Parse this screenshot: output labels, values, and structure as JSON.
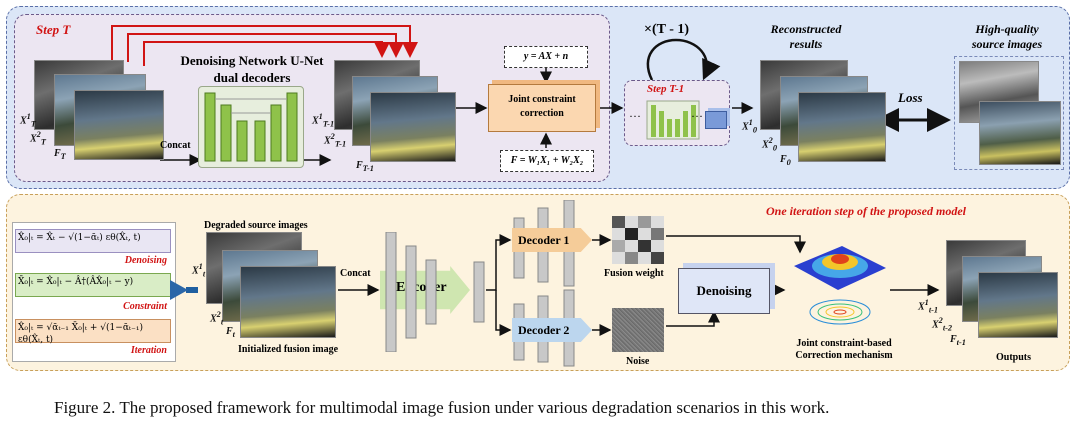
{
  "top": {
    "step_t_label": "Step T",
    "denoising_title_line1": "Denoising Network U-Net",
    "denoising_title_line2": "dual decoders",
    "concat_label": "Concat",
    "input_labels": {
      "x1": "X",
      "x1_sup": "1",
      "x1_sub": "T",
      "x2": "X",
      "x2_sup": "2",
      "x2_sub": "T",
      "f": "F",
      "f_sub": "T"
    },
    "output_labels": {
      "x1": "X",
      "x1_sup": "1",
      "x1_sub": "T-1",
      "x2": "X",
      "x2_sup": "2",
      "x2_sub": "T-1",
      "f": "F",
      "f_sub": "T-1"
    },
    "eq_obs": "y = AX + n",
    "eq_fuse": "F = W₁X₁ + W₂X₂",
    "jcc_line1": "Joint constraint",
    "jcc_line2": "correction",
    "repeat_label": "×(T - 1)",
    "step_t1_label": "Step T-1",
    "dots": "···",
    "reconstructed_line1": "Reconstructed",
    "reconstructed_line2": "results",
    "recon_labels": {
      "x1": "X",
      "x1_sup": "1",
      "x1_sub": "0",
      "x2": "X",
      "x2_sup": "2",
      "x2_sub": "0",
      "f": "F",
      "f_sub": "0"
    },
    "loss_label": "Loss",
    "hq_line1": "High-quality",
    "hq_line2": "source images"
  },
  "bottom": {
    "iteration_title": "One iteration step of the proposed model",
    "formula1": "X̂₀|ₜ = X̂ₜ − √(1−ᾱₜ) εθ(X̂ₜ, t)",
    "formula1_tag": "Denoising",
    "formula2": "X̄₀|ₜ = X̂₀|ₜ − Â†(ÂX̂₀|ₜ − y)",
    "formula2_tag": "Constraint",
    "formula3": "X̂₀|ₜ = √ᾱₜ₋₁ X̄₀|ₜ + √(1−ᾱₜ₋₁) εθ(X̂ₜ, t)",
    "formula3_tag": "Iteration",
    "degraded_label": "Degraded source images",
    "initialized_label": "Initialized fusion image",
    "in_labels": {
      "x1": "X",
      "x1_sup": "1",
      "x1_sub": "t",
      "x2": "X",
      "x2_sup": "2",
      "x2_sub": "t",
      "f": "F",
      "f_sub": "t"
    },
    "concat_label": "Concat",
    "encoder_label": "Encoder",
    "decoder1_label": "Decoder 1",
    "decoder2_label": "Decoder 2",
    "fusion_weight_label": "Fusion weight",
    "noise_label": "Noise",
    "denoising_label": "Denoising",
    "jcc_line1": "Joint constraint-based",
    "jcc_line2": "Correction mechanism",
    "out_labels": {
      "x1": "X",
      "x1_sup": "1",
      "x1_sub": "t-1",
      "x2": "X",
      "x2_sup": "2",
      "x2_sub": "t-2",
      "f": "F",
      "f_sub": "t-1"
    },
    "outputs_label": "Outputs"
  },
  "caption": "Figure 2. The proposed framework for multimodal image fusion under various degradation scenarios in this work.",
  "colors": {
    "accent_red": "#d11414",
    "unet_green": "#8fc24a",
    "decoder_blue": "#bcd6ee",
    "decoder_orange": "#f5cc99"
  }
}
